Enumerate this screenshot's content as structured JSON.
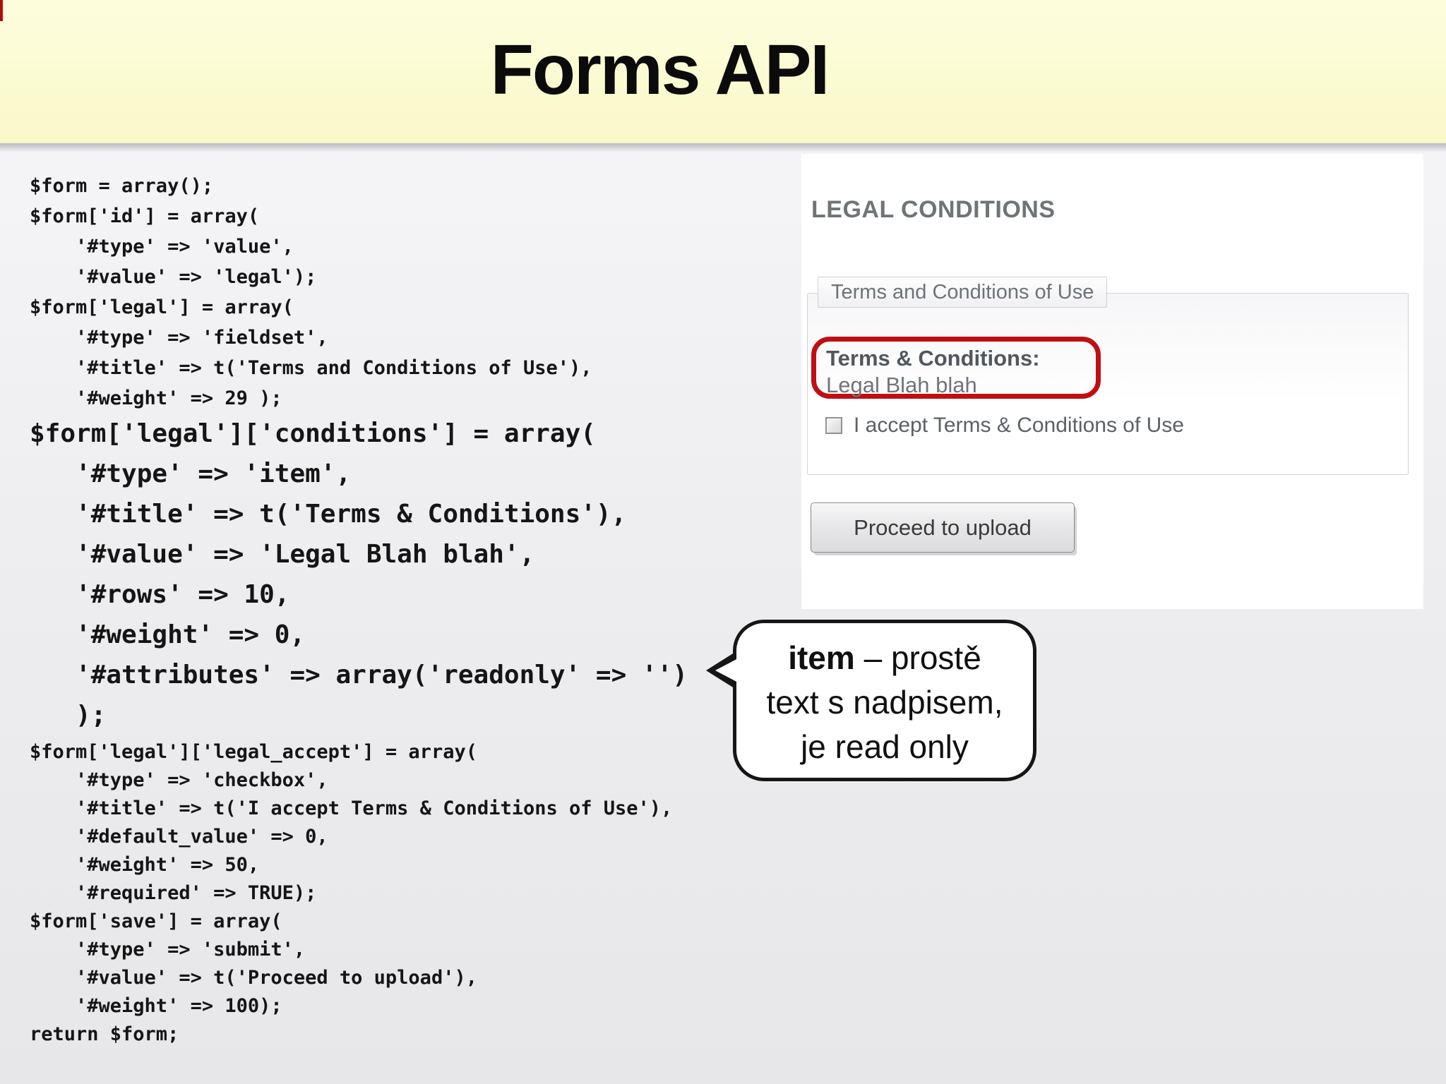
{
  "slide": {
    "title": "Forms API"
  },
  "code": {
    "block1": "$form = array();\n$form['id'] = array(\n    '#type' => 'value',\n    '#value' => 'legal');\n$form['legal'] = array(\n    '#type' => 'fieldset',\n    '#title' => t('Terms and Conditions of Use'),\n    '#weight' => 29 );",
    "block2": "$form['legal']['conditions'] = array(\n   '#type' => 'item',\n   '#title' => t('Terms & Conditions'),\n   '#value' => 'Legal Blah blah',\n   '#rows' => 10,\n   '#weight' => 0,\n   '#attributes' => array('readonly' => '')\n   );",
    "block3": "$form['legal']['legal_accept'] = array(\n    '#type' => 'checkbox',\n    '#title' => t('I accept Terms & Conditions of Use'),\n    '#default_value' => 0,\n    '#weight' => 50,\n    '#required' => TRUE);\n$form['save'] = array(\n    '#type' => 'submit',\n    '#value' => t('Proceed to upload'),\n    '#weight' => 100);\nreturn $form;"
  },
  "form_preview": {
    "heading": "LEGAL CONDITIONS",
    "fieldset_legend": "Terms and Conditions of Use",
    "item_label": "Terms & Conditions:",
    "item_value": "Legal Blah blah",
    "checkbox_label": "I accept Terms & Conditions of Use",
    "checkbox_checked": "unchecked",
    "submit_label": "Proceed to upload"
  },
  "callout": {
    "term": "item",
    "after_term": " – prostě",
    "line2": "text s nadpisem,",
    "line3": "je read only"
  },
  "colors": {
    "header_yellow": "#fbfbd2",
    "highlight_red": "#c00f13",
    "code_text": "#151515",
    "heading_gray": "#6e7478",
    "label_gray": "#5c6165",
    "panel_white": "#ffffff",
    "callout_border": "#161616"
  }
}
